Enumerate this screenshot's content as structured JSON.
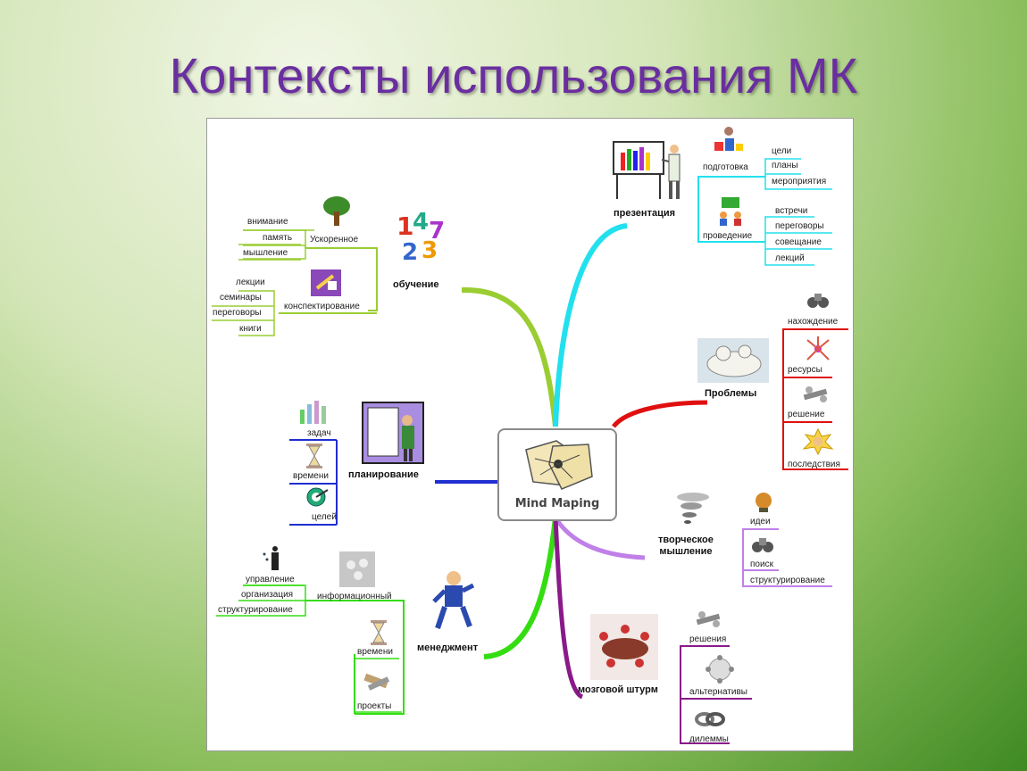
{
  "title": "Контексты использования МК",
  "center": "Mind Maping",
  "branches": {
    "obuchenie": {
      "label": "обучение",
      "uskorennoe": {
        "label": "Ускоренное",
        "items": [
          "внимание",
          "память",
          "мышление"
        ]
      },
      "konspekt": {
        "label": "конспектирование",
        "items": [
          "лекции",
          "семинары",
          "переговоры",
          "книги"
        ]
      }
    },
    "planirovanie": {
      "label": "планирование",
      "items": [
        "задач",
        "времени",
        "целей"
      ]
    },
    "menedzhment": {
      "label": "менеджмент",
      "info": {
        "label": "информационный",
        "items": [
          "управление",
          "организация",
          "структурирование"
        ]
      },
      "items": [
        "времени",
        "проекты"
      ]
    },
    "prezentaciya": {
      "label": "презентация",
      "podgotovka": {
        "label": "подготовка",
        "items": [
          "цели",
          "планы",
          "мероприятия"
        ]
      },
      "provedenie": {
        "label": "проведение",
        "items": [
          "встречи",
          "переговоры",
          "совещание",
          "лекций"
        ]
      }
    },
    "problemy": {
      "label": "Проблемы",
      "items": [
        "нахождение",
        "ресурсы",
        "решение",
        "последствия"
      ]
    },
    "tvorcheskoe": {
      "label_line1": "творческое",
      "label_line2": "мышление",
      "items": [
        "идеи",
        "поиск",
        "структурирование"
      ]
    },
    "shturm": {
      "label": "мозговой штурм",
      "items": [
        "решения",
        "альтернативы",
        "дилеммы"
      ]
    }
  },
  "colors": {
    "title": "#6a2ea0",
    "obuchenie": "#9acd32",
    "planirovanie": "#1f2fd1",
    "menedzhment": "#33dd11",
    "prezentaciya": "#22e0ee",
    "problemy": "#e01010",
    "tvorcheskoe": "#c080e8",
    "shturm": "#8a1a8a"
  },
  "icons": [
    "tree-icon",
    "numbers-icon",
    "notes-icon",
    "chart-board-icon",
    "blocks-icon",
    "people-icon",
    "binoculars-icon",
    "puzzle-icon",
    "network-icon",
    "tools-icon",
    "explosion-icon",
    "bar-chart-icon",
    "hourglass-icon",
    "target-icon",
    "presenter-icon",
    "map-icon",
    "lightbulb-icon",
    "tornado-icon",
    "meeting-icon",
    "manager-icon",
    "chain-icon"
  ]
}
